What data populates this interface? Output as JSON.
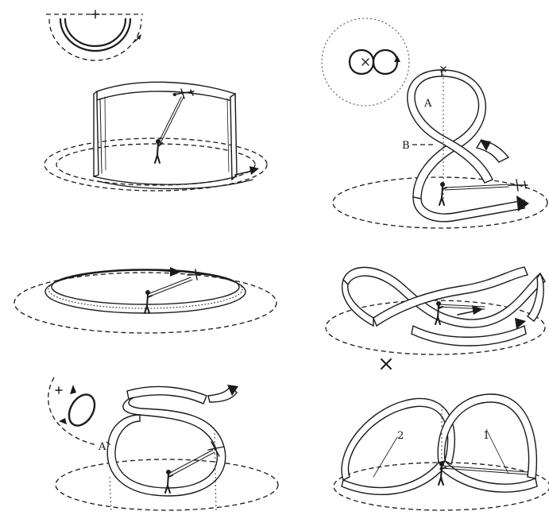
{
  "panels": [
    {
      "id": "flat-loop-horizontal",
      "labels": []
    },
    {
      "id": "vertical-eight",
      "labels": [
        "A",
        "B"
      ]
    },
    {
      "id": "level-circle",
      "labels": []
    },
    {
      "id": "wingover-eight",
      "labels": []
    },
    {
      "id": "inside-loop",
      "labels": [
        "A"
      ]
    },
    {
      "id": "overhead-eight",
      "labels": [
        "2",
        "1"
      ]
    }
  ]
}
